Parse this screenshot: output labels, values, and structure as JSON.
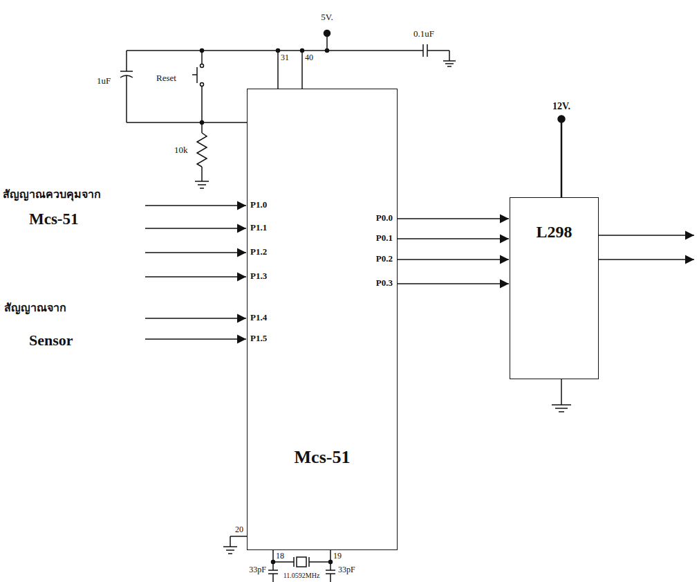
{
  "diagram": {
    "nodes": [
      {
        "text": [
          "Mcs-51"
        ]
      },
      {
        "text": [
          "L298"
        ]
      }
    ],
    "edges": [
      {
        "from": 0,
        "to": 1,
        "arrow": "to"
      },
      {
        "from": 0,
        "to": 1,
        "arrow": "to"
      },
      {
        "from": 0,
        "to": 1,
        "arrow": "to"
      },
      {
        "from": 0,
        "to": 1,
        "arrow": "to"
      }
    ],
    "labels": [
      "5V.",
      "0.1uF",
      "31",
      "40",
      "1uF",
      "Reset",
      "10k",
      "12V.",
      "P0.0",
      "P0.1",
      "P0.2",
      "P0.3",
      "สัญญาณควบคุมจาก",
      "Mcs-51",
      "P1.0",
      "P1.1",
      "P1.2",
      "P1.3",
      "สัญญาณจาก",
      "Sensor",
      "P1.4",
      "P1.5",
      "20",
      "18",
      "19",
      "33pF",
      "11.0592MHz",
      "33pF"
    ]
  }
}
